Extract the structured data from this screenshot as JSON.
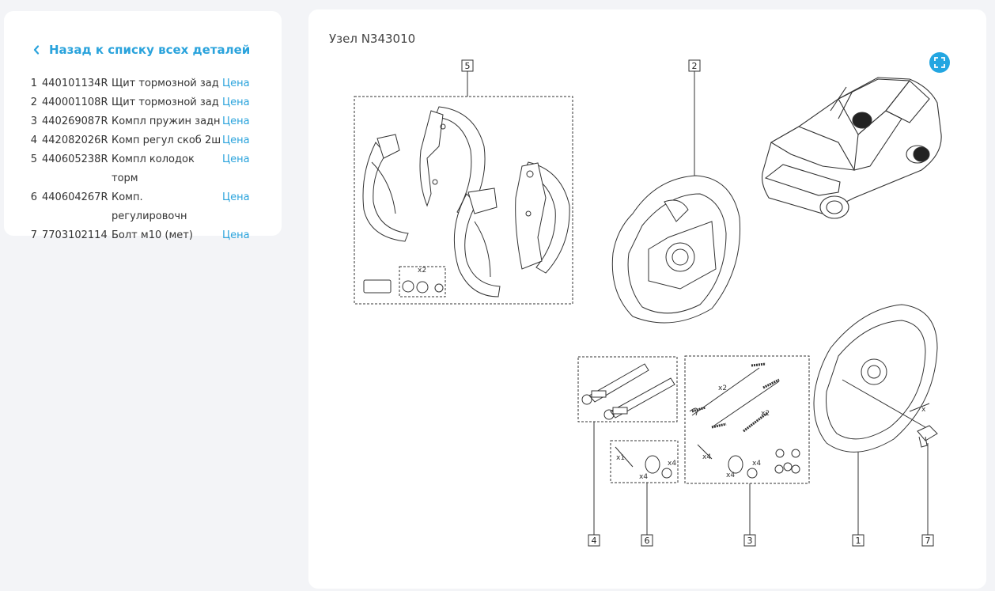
{
  "sidebar": {
    "back_label": "Назад к списку всех деталей",
    "parts": [
      {
        "num": "1",
        "code": "440101134R",
        "name": "Щит тормозной зад",
        "price": "Цена"
      },
      {
        "num": "2",
        "code": "440001108R",
        "name": "Щит тормозной зад",
        "price": "Цена"
      },
      {
        "num": "3",
        "code": "440269087R",
        "name": "Компл пружин задн",
        "price": "Цена"
      },
      {
        "num": "4",
        "code": "442082026R",
        "name": "Комп регул скоб 2ш",
        "price": "Цена"
      },
      {
        "num": "5",
        "code": "440605238R",
        "name": "Компл колодок торм",
        "price": "Цена"
      },
      {
        "num": "6",
        "code": "440604267R",
        "name": "Комп.",
        "name2": "регулировочн",
        "price": "Цена"
      },
      {
        "num": "7",
        "code": "7703102114",
        "name": "Болт м10 (мет)",
        "price": "Цена"
      }
    ]
  },
  "main": {
    "title": "Узел N343010",
    "expand_icon": "expand-icon"
  },
  "diagram": {
    "callouts": [
      "5",
      "2",
      "4",
      "6",
      "3",
      "1",
      "7"
    ],
    "qty_labels": {
      "x2": "x2",
      "x4": "x4",
      "x1": "x1",
      "x": "x"
    }
  },
  "colors": {
    "accent": "#2aa3dc",
    "button": "#23a6e1"
  }
}
